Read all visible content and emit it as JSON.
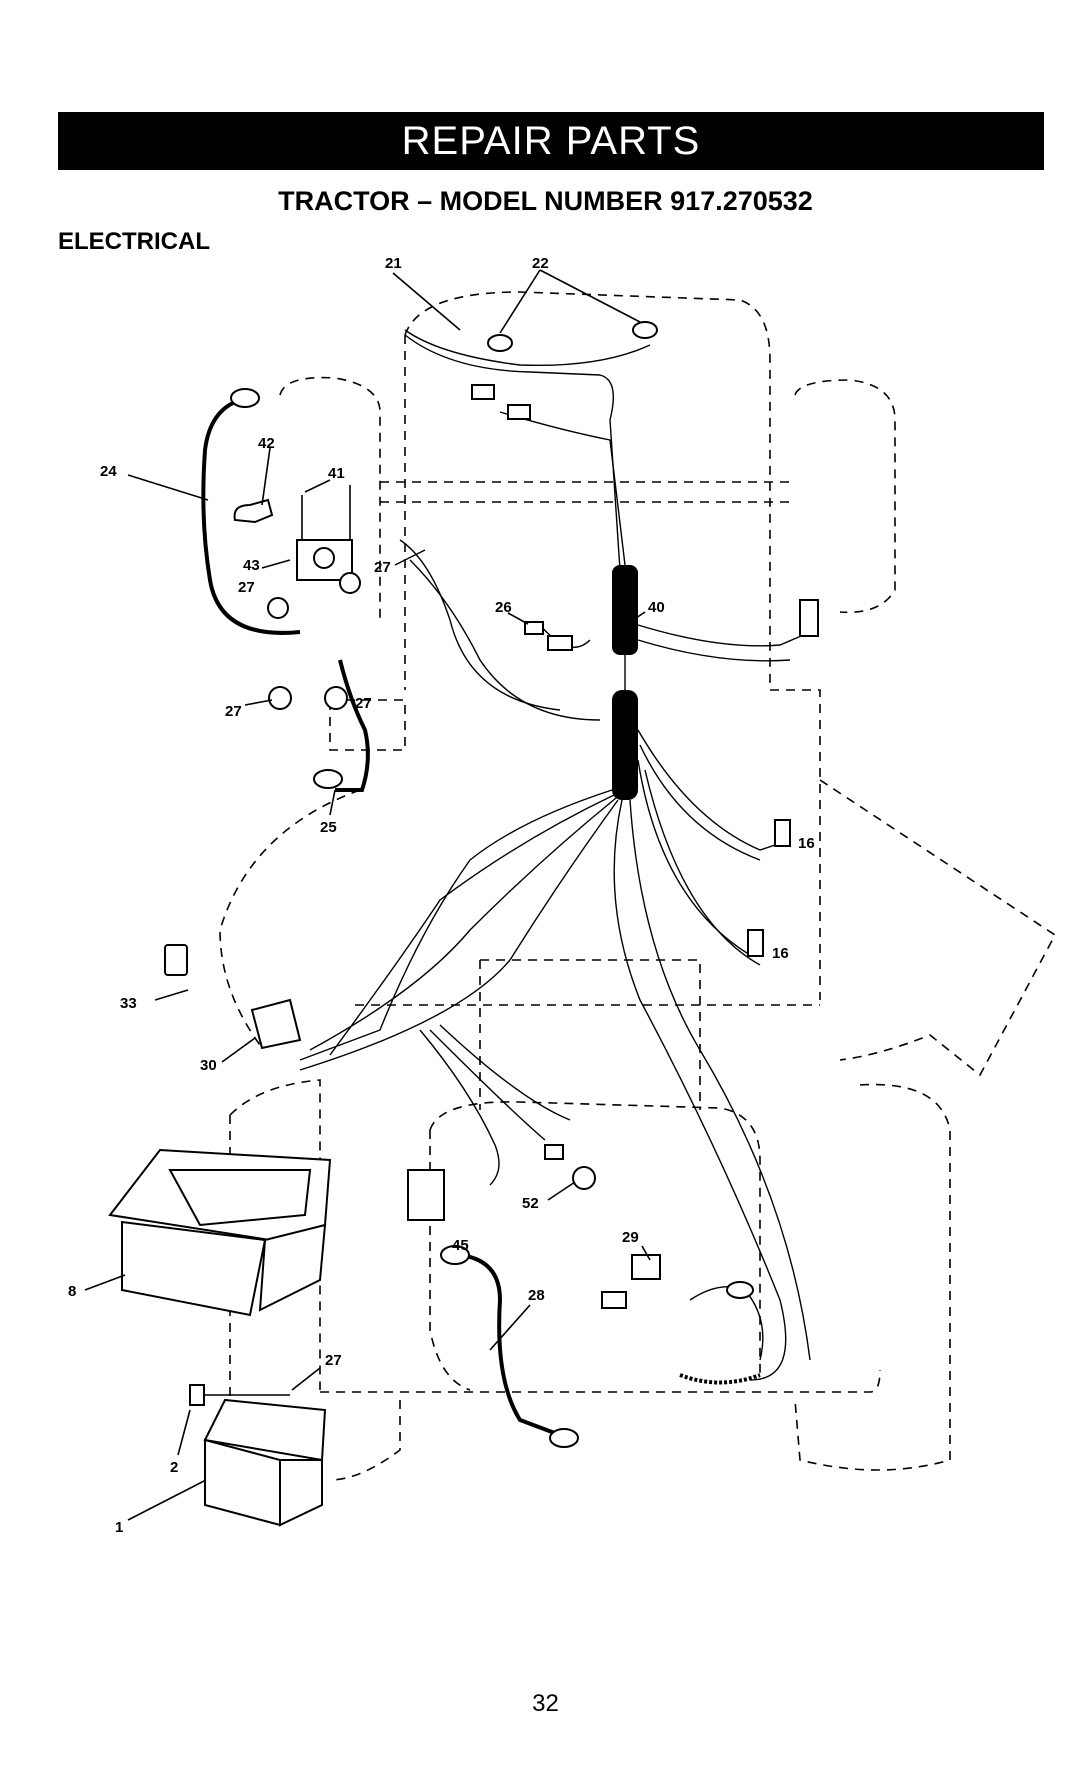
{
  "header": {
    "banner": "REPAIR PARTS",
    "subtitle": "TRACTOR – MODEL NUMBER 917.270532"
  },
  "section": "ELECTRICAL",
  "page_number": "32",
  "callouts": {
    "c21": "21",
    "c22": "22",
    "c24": "24",
    "c42": "42",
    "c41": "41",
    "c43": "43",
    "c27a": "27",
    "c27b": "27",
    "c27c": "27",
    "c27d": "27",
    "c27e": "27",
    "c26": "26",
    "c40": "40",
    "c25": "25",
    "c16a": "16",
    "c16b": "16",
    "c33": "33",
    "c30": "30",
    "c52": "52",
    "c45": "45",
    "c29": "29",
    "c28": "28",
    "c8": "8",
    "c2": "2",
    "c1": "1"
  }
}
